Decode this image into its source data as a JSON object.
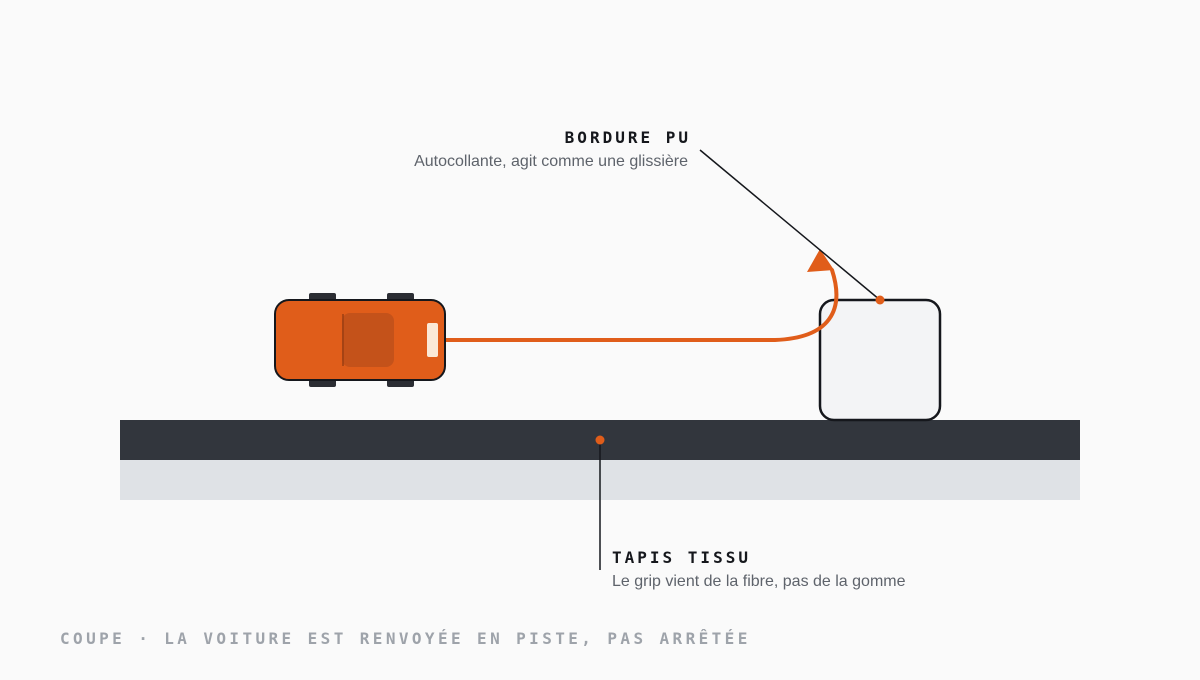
{
  "curb": {
    "title": "BORDURE PU",
    "subtitle": "Autocollante, agit comme une glissière"
  },
  "carpet": {
    "title": "TAPIS TISSU",
    "subtitle": "Le grip vient de la fibre, pas de la gomme"
  },
  "caption": "COUPE · LA VOITURE EST RENVOYÉE EN PISTE, PAS ARRÊTÉE",
  "colors": {
    "accent": "#e05d1a",
    "carpet": "#32363d",
    "base": "#dfe2e6",
    "curb_fill": "#f3f4f6",
    "outline": "#15171c",
    "background": "#fafafa"
  }
}
